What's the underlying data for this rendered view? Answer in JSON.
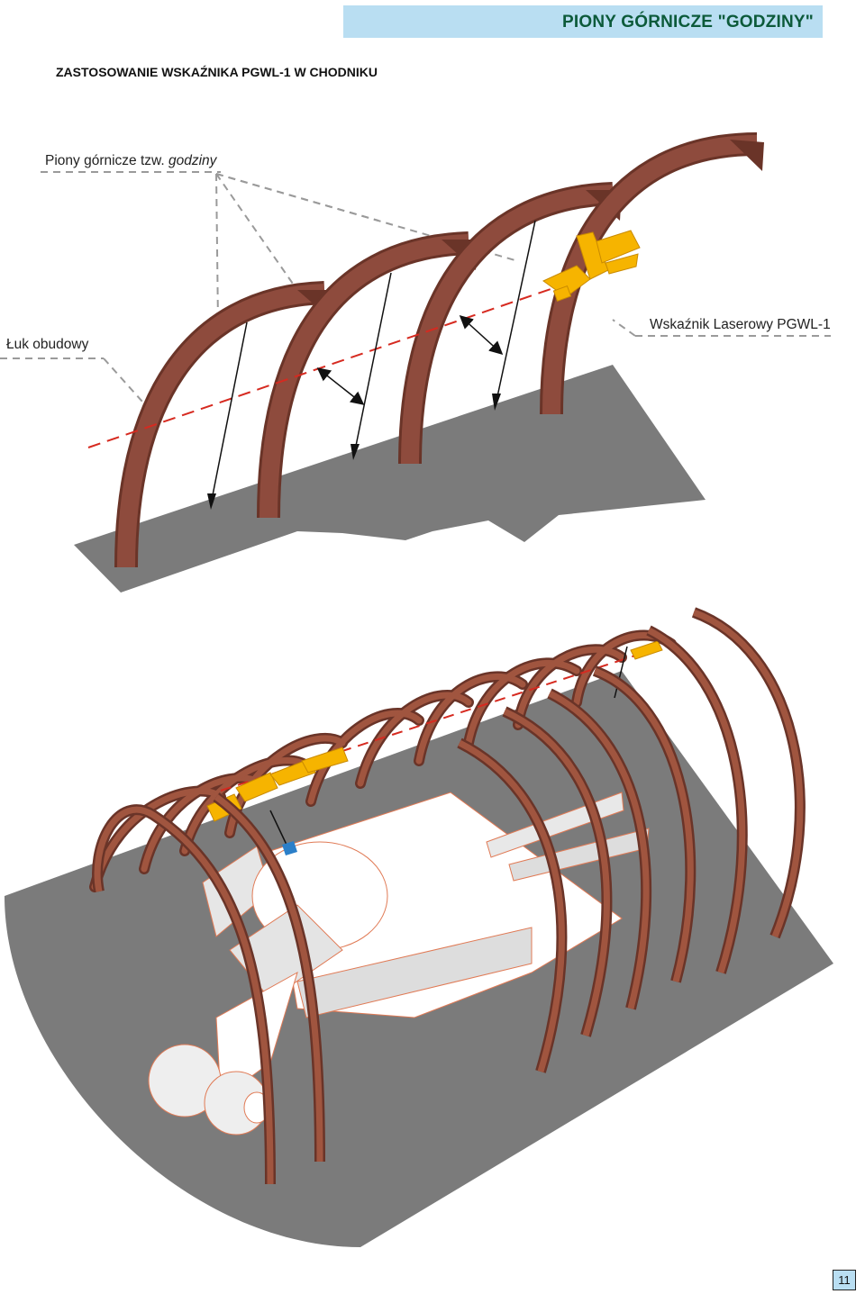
{
  "header": {
    "title": "PIONY GÓRNICZE \"GODZINY\""
  },
  "subtitle": "ZASTOSOWANIE WSKAŹNIKA PGWL-1 W CHODNIKU",
  "callouts": {
    "piony_prefix": "Piony górnicze tzw. ",
    "piony_italic": "godziny",
    "luk": "Łuk obudowy",
    "wskaznik": "Wskaźnik Laserowy PGWL-1"
  },
  "colors": {
    "arch": "#8e4b3d",
    "arch_dark": "#6a3428",
    "floor": "#7b7b7b",
    "laser_device": "#f6b400",
    "laser_line": "#d62a20",
    "header_band": "#b9def2",
    "header_text": "#0c5a3a"
  },
  "page_number": "11"
}
